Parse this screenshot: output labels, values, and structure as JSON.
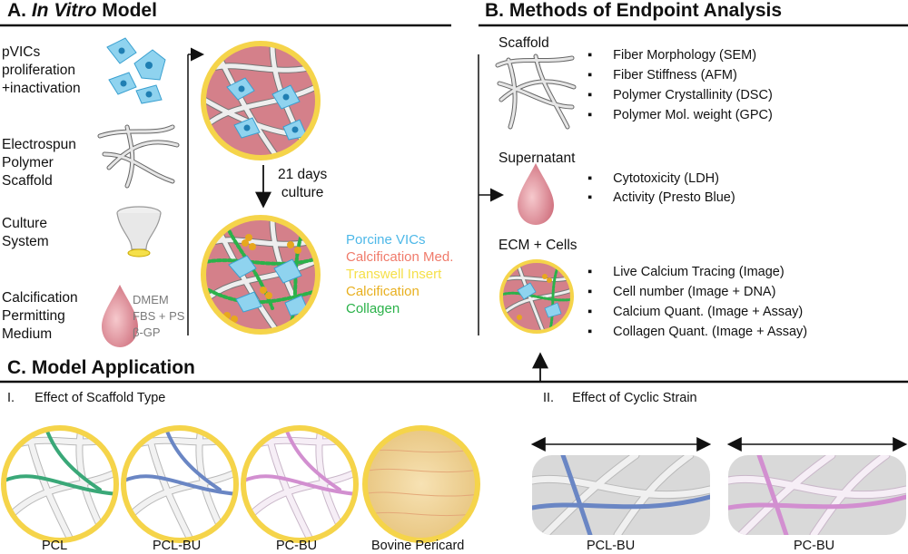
{
  "section_a": {
    "title_prefix": "A.",
    "title_italic": "In Vitro",
    "title_suffix": "Model",
    "inputs": [
      {
        "label": "pVICs\nproliferation\n+inactivation",
        "icon": "cells-icon"
      },
      {
        "label": "Electrospun\nPolymer\nScaffold",
        "icon": "fibers-icon"
      },
      {
        "label": "Culture\nSystem",
        "icon": "transwell-icon"
      },
      {
        "label": "Calcification\nPermitting\nMedium",
        "icon": "medium-drop-icon"
      }
    ],
    "medium_components": "DMEM\nFBS + PS\nβ-GP",
    "arrow_label": "21 days\nculture",
    "legend": [
      {
        "label": "Porcine VICs",
        "color": "#4db8e8"
      },
      {
        "label": "Calcification Med.",
        "color": "#f07b6b"
      },
      {
        "label": "Transwell Insert",
        "color": "#f5e04a"
      },
      {
        "label": "Calcification",
        "color": "#e8b020"
      },
      {
        "label": "Collagen",
        "color": "#2bb24a"
      }
    ]
  },
  "section_b": {
    "title": "B. Methods of Endpoint Analysis",
    "groups": [
      {
        "name": "Scaffold",
        "methods": [
          "Fiber Morphology (SEM)",
          "Fiber Stiffness (AFM)",
          "Polymer Crystallinity (DSC)",
          "Polymer Mol. weight (GPC)"
        ]
      },
      {
        "name": "Supernatant",
        "methods": [
          "Cytotoxicity (LDH)",
          "Activity (Presto Blue)"
        ]
      },
      {
        "name": "ECM + Cells",
        "methods": [
          "Live Calcium Tracing (Image)",
          "Cell number (Image + DNA)",
          "Calcium Quant. (Image + Assay)",
          "Collagen Quant. (Image + Assay)"
        ]
      }
    ],
    "bullet": "▪"
  },
  "section_c": {
    "title": "C. Model Application",
    "part1": {
      "numeral": "I.",
      "label": "Effect of Scaffold Type"
    },
    "part2": {
      "numeral": "II.",
      "label": "Effect of Cyclic Strain"
    },
    "scaffolds": [
      {
        "label": "PCL",
        "color": "#3aa878"
      },
      {
        "label": "PCL-BU",
        "color": "#6a86c4"
      },
      {
        "label": "PC-BU",
        "color": "#d28fd0"
      },
      {
        "label": "Bovine Pericard",
        "color": "#e8c98a"
      }
    ],
    "strain_samples": [
      {
        "label": "PCL-BU",
        "color": "#6a86c4"
      },
      {
        "label": "PC-BU",
        "color": "#d28fd0"
      }
    ]
  },
  "colors": {
    "pink": "#d4808a",
    "gold": "#f5d44a",
    "fiber": "#ececec",
    "fiber_edge": "#8a8a8a",
    "cell": "#3cb2e2",
    "collagen": "#2bb24a",
    "calc": "#e7a71e"
  }
}
